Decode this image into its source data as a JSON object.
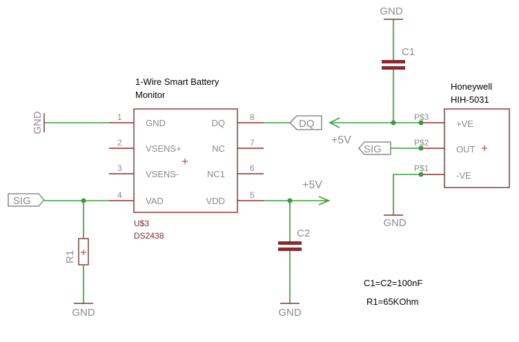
{
  "ic": {
    "title_line1": "1-Wire Smart Battery",
    "title_line2": "Monitor",
    "ref": "U$3",
    "value": "DS2438",
    "pins": {
      "p1": {
        "num": "1",
        "name": "GND"
      },
      "p2": {
        "num": "2",
        "name": "VSENS+"
      },
      "p3": {
        "num": "3",
        "name": "VSENS-"
      },
      "p4": {
        "num": "4",
        "name": "VAD"
      },
      "p5": {
        "num": "5",
        "name": "VDD"
      },
      "p6": {
        "num": "6",
        "name": "NC1"
      },
      "p7": {
        "num": "7",
        "name": "NC"
      },
      "p8": {
        "num": "8",
        "name": "DQ"
      }
    }
  },
  "sensor": {
    "title_line1": "Honeywell",
    "title_line2": "HIH-5031",
    "pins": {
      "p3": {
        "num": "P$3",
        "name": "+VE"
      },
      "p2": {
        "num": "P$2",
        "name": "OUT"
      },
      "p1": {
        "num": "P$1",
        "name": "-VE"
      }
    }
  },
  "labels": {
    "gnd": "GND",
    "sig": "SIG",
    "dq": "DQ",
    "vcc": "+5V",
    "c1": "C1",
    "c2": "C2",
    "r1": "R1"
  },
  "notes": {
    "caps": "C1=C2=100nF",
    "res": "R1=65KOhm"
  }
}
